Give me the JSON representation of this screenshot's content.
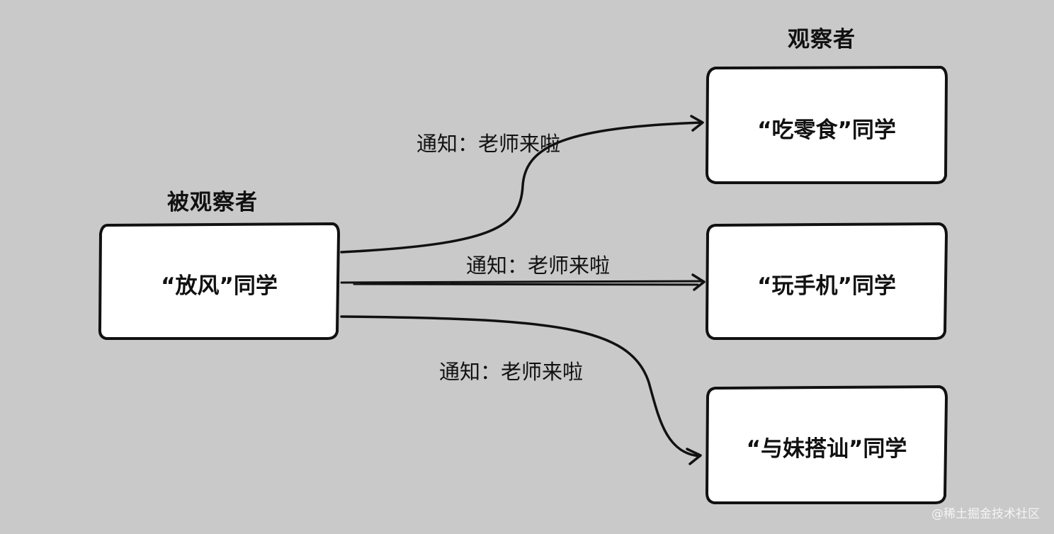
{
  "subject": {
    "heading": "被观察者",
    "label": "“放风”同学"
  },
  "observers": {
    "heading": "观察者",
    "items": [
      {
        "label": "“吃零食”同学"
      },
      {
        "label": "“玩手机”同学"
      },
      {
        "label": "“与妹搭讪”同学"
      }
    ]
  },
  "edges": [
    {
      "label": "通知：老师来啦"
    },
    {
      "label": "通知：老师来啦"
    },
    {
      "label": "通知：老师来啦"
    }
  ],
  "watermark": "@稀土掘金技术社区",
  "colors": {
    "background": "#c9c9c9",
    "box_fill": "#ffffff",
    "stroke": "#111111",
    "watermark": "#f4f4f4"
  }
}
